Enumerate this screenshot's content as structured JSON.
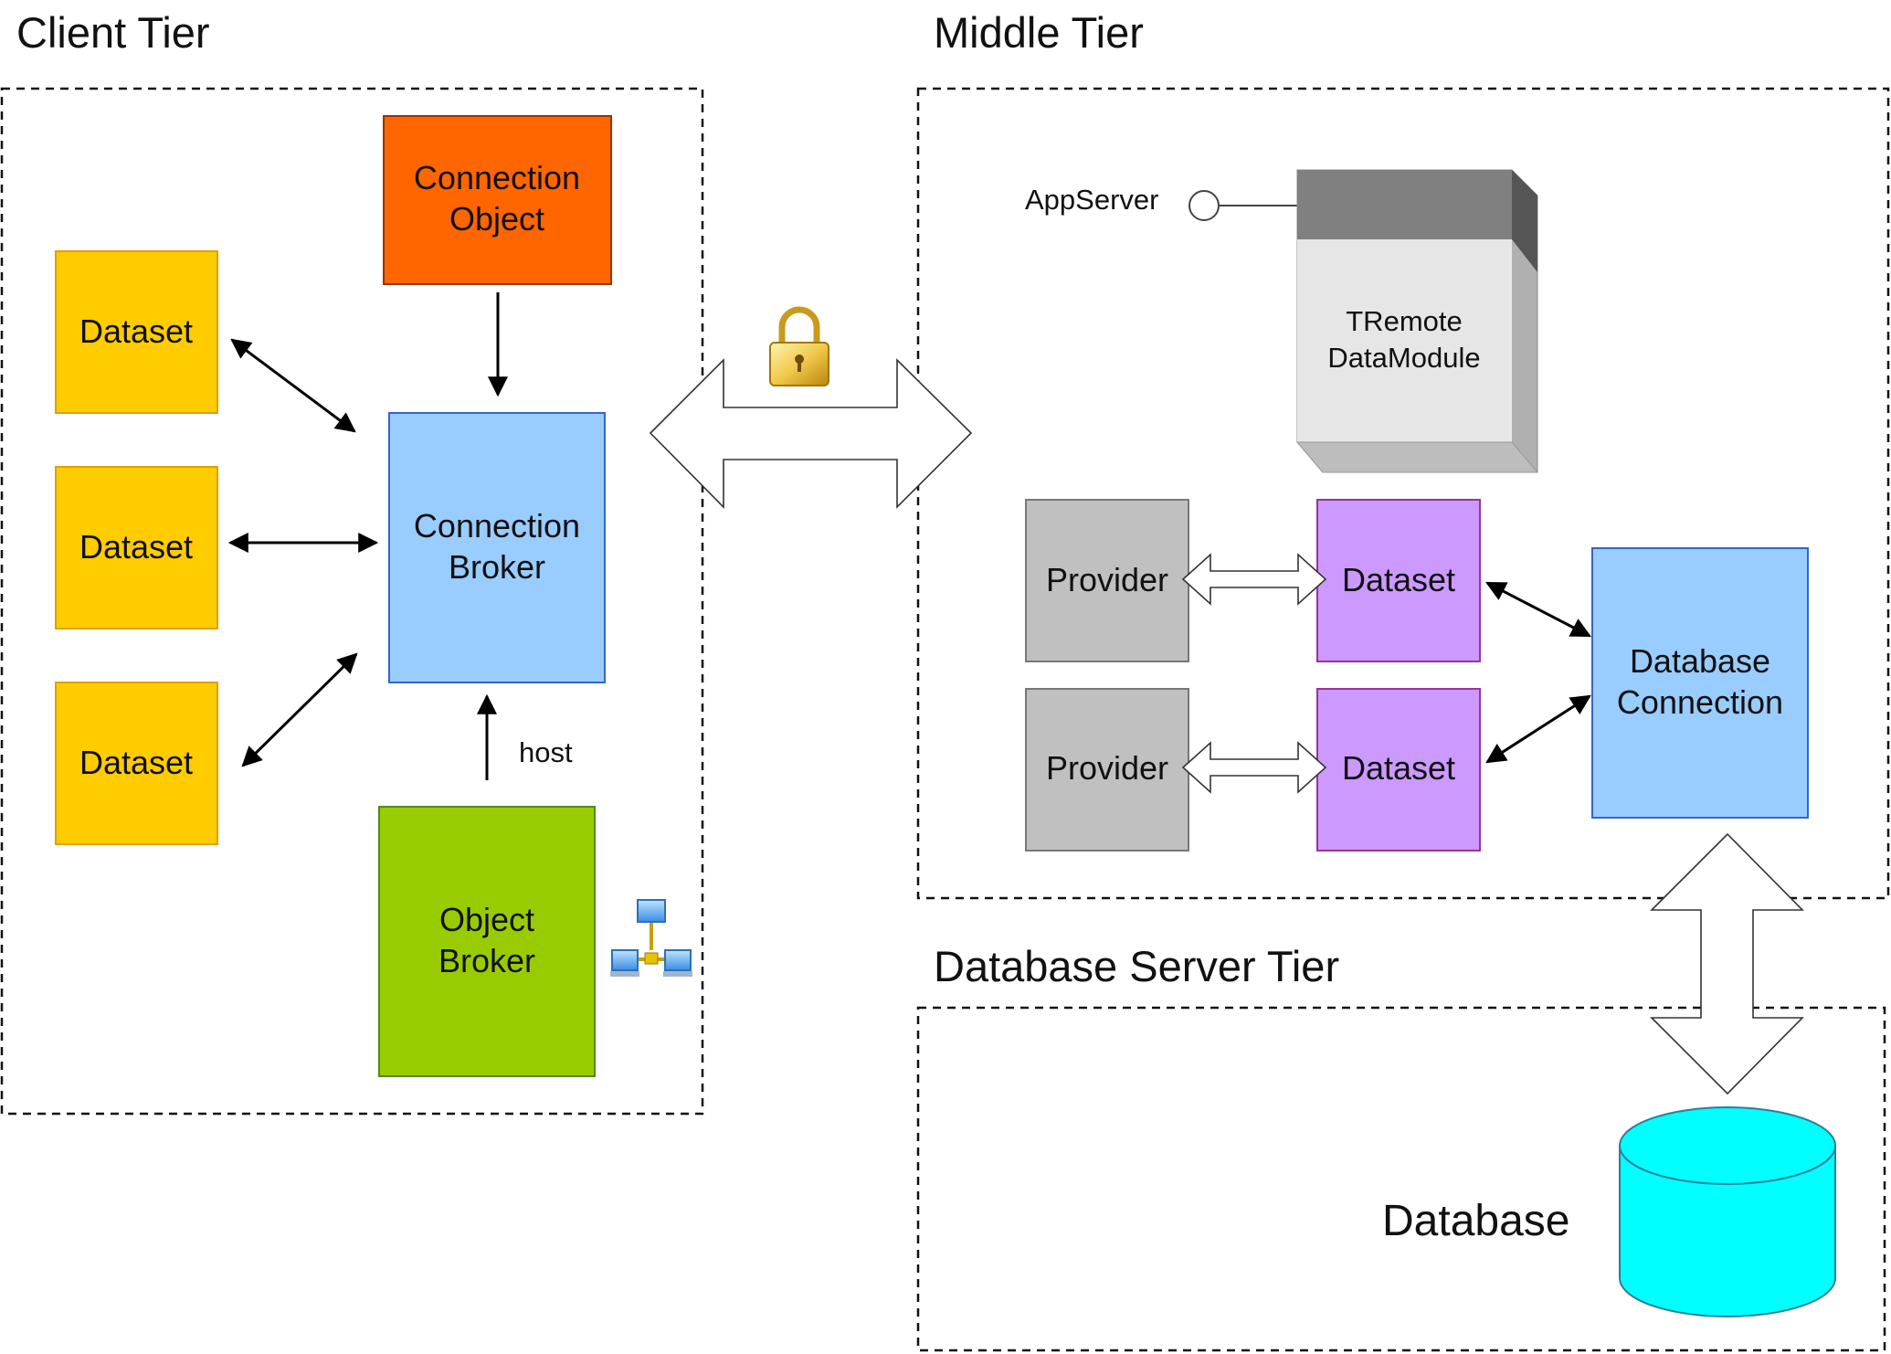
{
  "tiers": {
    "client": "Client Tier",
    "middle": "Middle Tier",
    "database_server": "Database Server Tier"
  },
  "client": {
    "connection_object": [
      "Connection",
      "Object"
    ],
    "connection_broker": [
      "Connection",
      "Broker"
    ],
    "object_broker": [
      "Object",
      "Broker"
    ],
    "datasets": [
      "Dataset",
      "Dataset",
      "Dataset"
    ],
    "host_label": "host"
  },
  "middle": {
    "appserver_label": "AppServer",
    "remote_module": [
      "TRemote",
      "DataModule"
    ],
    "providers": [
      "Provider",
      "Provider"
    ],
    "datasets": [
      "Dataset",
      "Dataset"
    ],
    "database_connection": [
      "Database",
      "Connection"
    ]
  },
  "database_server": {
    "database_label": "Database"
  },
  "colors": {
    "connection_object": "#ff6600",
    "connection_broker": "#99ccff",
    "object_broker": "#99cc00",
    "client_dataset": "#ffcc00",
    "provider": "#c0c0c0",
    "middle_dataset": "#cc99ff",
    "database_connection": "#99ccff",
    "database": "#00ffff"
  },
  "icons": [
    "padlock-icon",
    "network-computers-icon"
  ]
}
